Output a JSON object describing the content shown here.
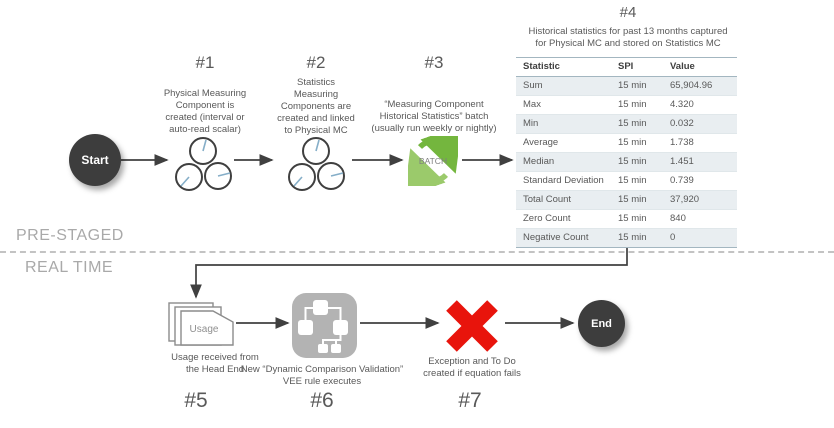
{
  "sections": {
    "pre_staged": "PRE-STAGED",
    "real_time": "REAL TIME"
  },
  "nodes": {
    "start": {
      "label": "Start"
    },
    "end": {
      "label": "End"
    },
    "batch": {
      "label": "BATCH"
    },
    "usage": {
      "label": "Usage"
    }
  },
  "steps": [
    {
      "id": "#1",
      "caption": "Physical Measuring\nComponent is\ncreated (interval or\nauto-read scalar)"
    },
    {
      "id": "#2",
      "caption": "Statistics\nMeasuring\nComponents are\ncreated and linked\nto Physical MC"
    },
    {
      "id": "#3",
      "caption": "“Measuring Component\nHistorical Statistics” batch\n(usually run weekly or nightly)"
    },
    {
      "id": "#4",
      "caption": "Historical statistics for past 13 months captured\nfor Physical MC and stored on Statistics MC"
    },
    {
      "id": "#5",
      "caption": "Usage received from\nthe Head End"
    },
    {
      "id": "#6",
      "caption": "New “Dynamic Comparison Validation”\nVEE rule executes"
    },
    {
      "id": "#7",
      "caption": "Exception and To Do\ncreated if equation fails"
    }
  ],
  "table": {
    "headers": [
      "Statistic",
      "SPI",
      "Value"
    ],
    "rows": [
      {
        "statistic": "Sum",
        "spi": "15 min",
        "value": "65,904.96"
      },
      {
        "statistic": "Max",
        "spi": "15 min",
        "value": "4.320"
      },
      {
        "statistic": "Min",
        "spi": "15 min",
        "value": "0.032"
      },
      {
        "statistic": "Average",
        "spi": "15 min",
        "value": "1.738"
      },
      {
        "statistic": "Median",
        "spi": "15 min",
        "value": "1.451"
      },
      {
        "statistic": "Standard Deviation",
        "spi": "15 min",
        "value": "0.739"
      },
      {
        "statistic": "Total Count",
        "spi": "15 min",
        "value": "37,920"
      },
      {
        "statistic": "Zero Count",
        "spi": "15 min",
        "value": "840"
      },
      {
        "statistic": "Negative Count",
        "spi": "15 min",
        "value": "0"
      }
    ]
  },
  "colors": {
    "node_dark": "#3d3d3d",
    "arrow": "#404040",
    "batch_green": "#74b63e",
    "batch_green_light": "#9bca6b",
    "needle_blue": "#85aec8",
    "rule_gray": "#b3b3b3",
    "error_red": "#e8140c",
    "table_stripe": "#e9eef1"
  }
}
